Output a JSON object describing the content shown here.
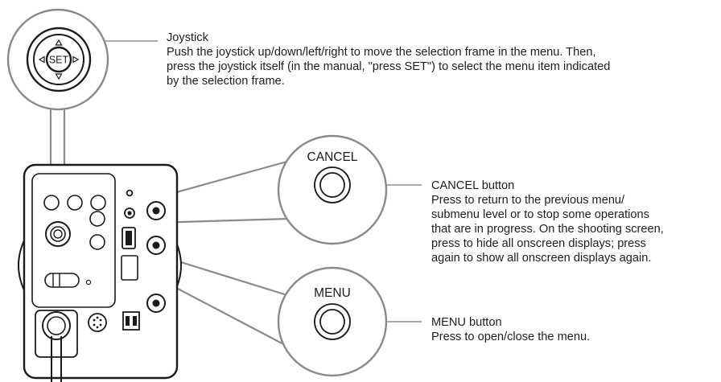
{
  "callouts": {
    "joystick": {
      "title": "Joystick",
      "description": "Push the joystick up/down/left/right to move the selection frame in the menu. Then,\npress the joystick itself (in the manual, \"press SET\") to select the menu item indicated\nby the selection frame."
    },
    "cancel": {
      "title": "CANCEL button",
      "description": "Press to return to the previous menu/\nsubmenu level or to stop some operations\nthat are in progress. On the shooting screen,\npress to hide all onscreen displays; press\nagain to show all onscreen displays again."
    },
    "menu": {
      "title": "MENU button",
      "description": "Press to open/close the menu."
    }
  },
  "magnifiers": {
    "joystick_center_label": "SET",
    "cancel_label": "CANCEL",
    "menu_label": "MENU"
  },
  "colors": {
    "line": "#8a8a8a",
    "stroke": "#1a1a1a",
    "circle_fill": "#ffffff",
    "panel_fill": "#ffffff"
  }
}
